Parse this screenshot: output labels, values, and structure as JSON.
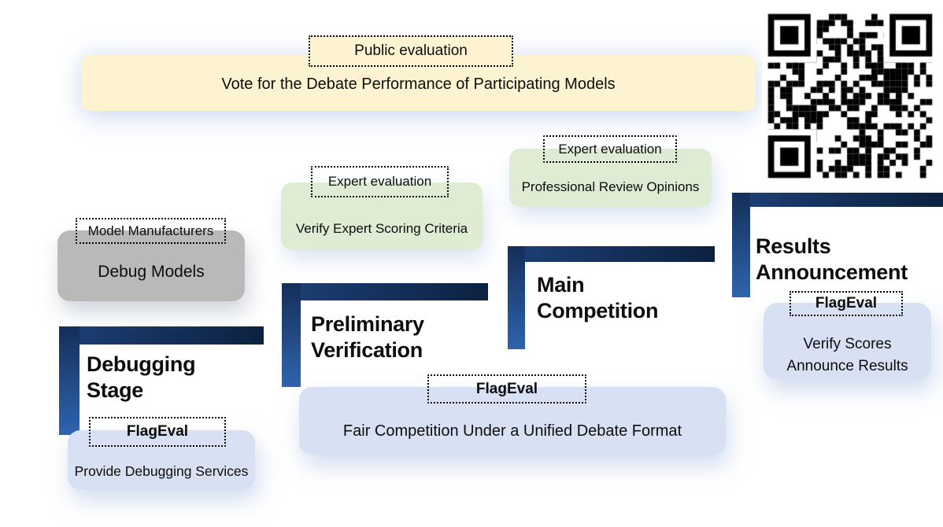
{
  "banner": {
    "label": "Public evaluation",
    "text": "Vote for the Debate Performance of Participating Models"
  },
  "stages": {
    "debugging": {
      "title_line1": "Debugging",
      "title_line2": "Stage"
    },
    "preliminary": {
      "title_line1": "Preliminary",
      "title_line2": "Verification"
    },
    "main": {
      "title_line1": "Main",
      "title_line2": "Competition"
    },
    "results": {
      "title_line1": "Results",
      "title_line2": "Announcement"
    }
  },
  "boxes": {
    "model_manufacturers": {
      "label": "Model Manufacturers",
      "body": "Debug Models"
    },
    "flageval_debugging": {
      "label": "FlagEval",
      "body": "Provide Debugging Services"
    },
    "expert_scoring": {
      "label": "Expert evaluation",
      "body": "Verify Expert Scoring Criteria"
    },
    "expert_review": {
      "label": "Expert evaluation",
      "body": "Professional Review Opinions"
    },
    "flageval_fair": {
      "label": "FlagEval",
      "body": "Fair Competition Under a Unified Debate Format"
    },
    "flageval_results": {
      "label": "FlagEval",
      "body_line1": "Verify Scores",
      "body_line2": "Announce Results"
    }
  },
  "colors": {
    "banner_bg": "#fdf3d1",
    "green_box_bg": "#deecd4",
    "blue_box_bg": "#d7e1f3",
    "gray_box_bg": "#b9b9b9",
    "bracket_dark": "#0c2140",
    "bracket_light": "#2f64ae",
    "label_border": "#000000"
  }
}
